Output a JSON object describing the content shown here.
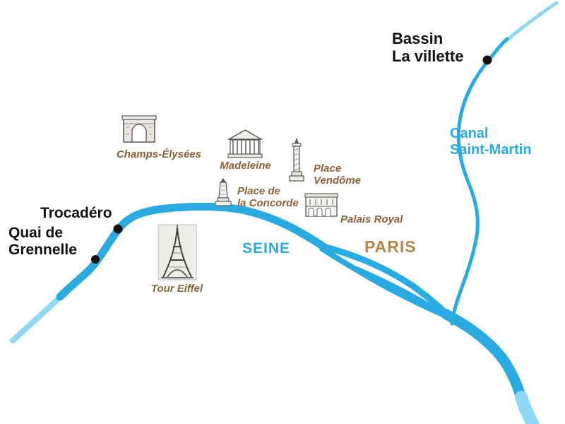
{
  "colors": {
    "river": "#29ABE2",
    "river_light": "#8ED8F5",
    "landmark_label": "#8C6239",
    "paris_label": "#B5854B",
    "place_label": "#111111",
    "marker_dot": "#111111"
  },
  "labels": {
    "bassin": {
      "line1": "Bassin",
      "line2": "La villette"
    },
    "canal": {
      "line1": "Canal",
      "line2": "Saint-Martin"
    },
    "trocadero": {
      "text": "Trocadéro"
    },
    "quai": {
      "line1": "Quai de",
      "line2": "Grennelle"
    },
    "seine": {
      "text": "SEINE"
    },
    "paris": {
      "text": "PARIS"
    }
  },
  "landmarks": {
    "champs_elysees": {
      "label": "Champs-Élysées",
      "icon": "arc-de-triomphe"
    },
    "madeleine": {
      "label": "Madeleine",
      "icon": "classical-temple"
    },
    "place_vendome": {
      "line1": "Place",
      "line2": "Vendôme",
      "icon": "vendome-column"
    },
    "place_concorde": {
      "line1": "Place de",
      "line2": "la Concorde",
      "icon": "obelisk"
    },
    "palais_royal": {
      "label": "Palais Royal",
      "icon": "palace-facade"
    },
    "tour_eiffel": {
      "label": "Tour Eiffel",
      "icon": "eiffel-tower"
    }
  }
}
